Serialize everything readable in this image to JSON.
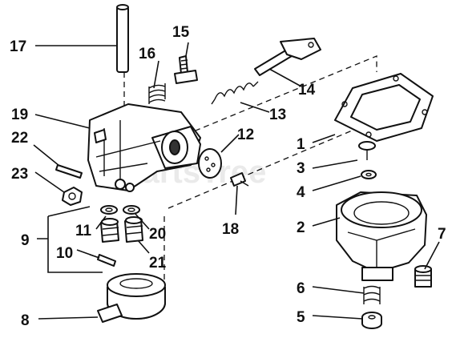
{
  "watermark": "PartsTree",
  "colors": {
    "ink": "#111111",
    "background": "#ffffff",
    "watermark": "#d9d9d9"
  },
  "callouts": {
    "c1": "1",
    "c2": "2",
    "c3": "3",
    "c4": "4",
    "c5": "5",
    "c6": "6",
    "c7": "7",
    "c8": "8",
    "c9": "9",
    "c10": "10",
    "c11": "11",
    "c12": "12",
    "c13": "13",
    "c14": "14",
    "c15": "15",
    "c16": "16",
    "c17": "17",
    "c18": "18",
    "c19": "19",
    "c20": "20",
    "c21": "21",
    "c22": "22",
    "c23": "23"
  }
}
